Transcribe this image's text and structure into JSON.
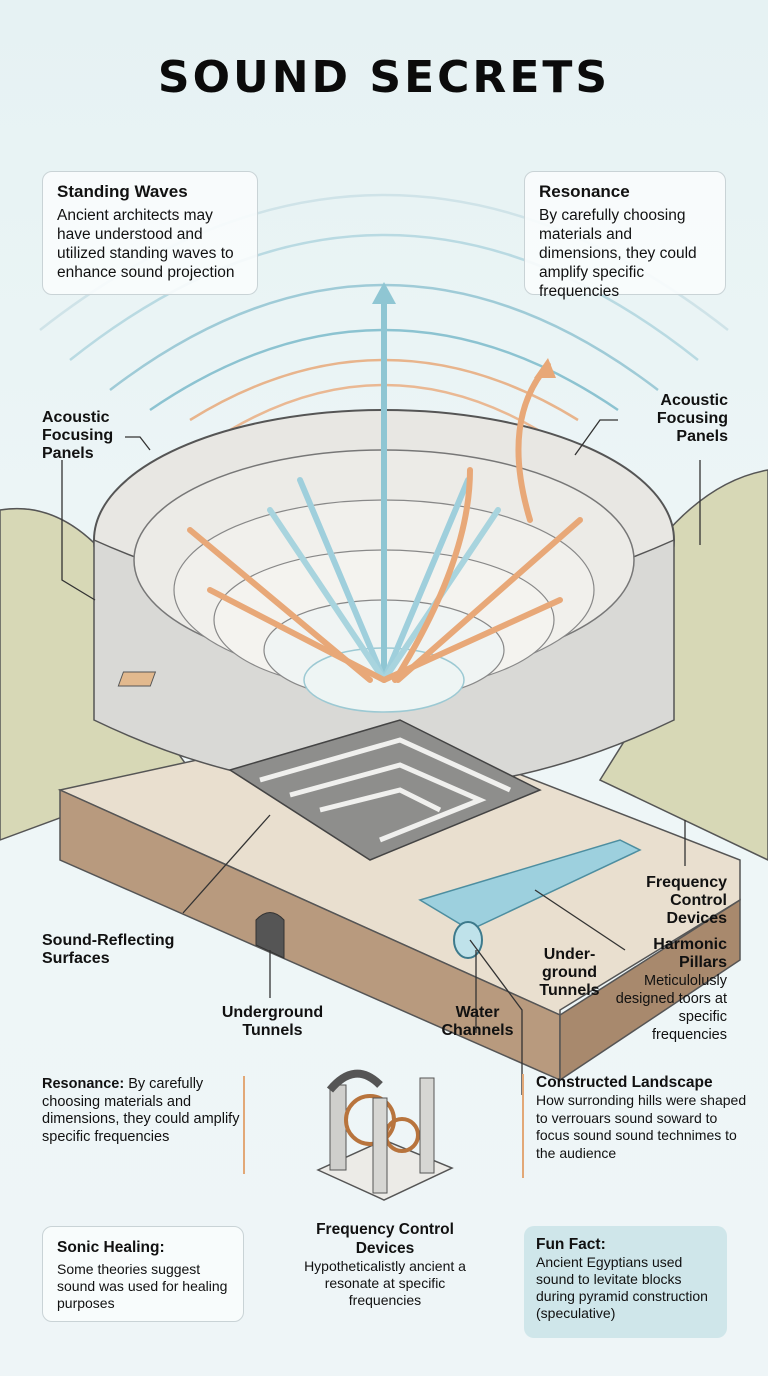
{
  "title": "SOUND SECRETS",
  "top_cards": {
    "standing_waves": {
      "heading": "Standing Waves",
      "body": "Ancient architects may have understood and utilized standing waves to enhance sound projection"
    },
    "resonance": {
      "heading": "Resonance",
      "body": "By carefully choosing materials and dimensions, they could amplify specific frequencies"
    }
  },
  "labels": {
    "acoustic_left": "Acoustic Focusing Panels",
    "acoustic_right": "Acoustic Focusing Panels",
    "sound_reflecting": "Sound-Reflecting Surfaces",
    "underground_tunnels": "Underground Tunnels",
    "water_channels": "Water Channels",
    "under_ground_tunnels": "Under-ground Tunnels",
    "frequency_control": "Frequency Control Devices",
    "harmonic_pillars": {
      "heading": "Harmonic Pillars",
      "body": "Meticulolusly designed toors at specific frequencies"
    }
  },
  "lower": {
    "resonance": {
      "heading": "Resonance:",
      "body": "By carefully choosing materials and dimensions, they could amplify specific frequencies"
    },
    "constructed_landscape": {
      "heading": "Constructed Landscape",
      "body": "How surronding hills were shaped to verrouars sound soward to focus sound sound technimes to the audience"
    }
  },
  "bottom": {
    "sonic_healing": {
      "heading": "Sonic Healing:",
      "body": "Some theories suggest sound was used for healing purposes"
    },
    "frequency_devices": {
      "heading": "Frequency Control Devices",
      "body": "Hypotheticalistly ancient a resonate at specific frequencies"
    },
    "fun_fact": {
      "heading": "Fun Fact:",
      "body": "Ancient Egyptians used sound to levitate blocks during pyramid construction (speculative)"
    }
  },
  "colors": {
    "accent_orange": "#e2a877",
    "wave_blue": "#7fbfd0",
    "fun_fact_bg": "#cfe6ea",
    "stone": "#d9d9d6",
    "earth": "#b89a7e"
  }
}
